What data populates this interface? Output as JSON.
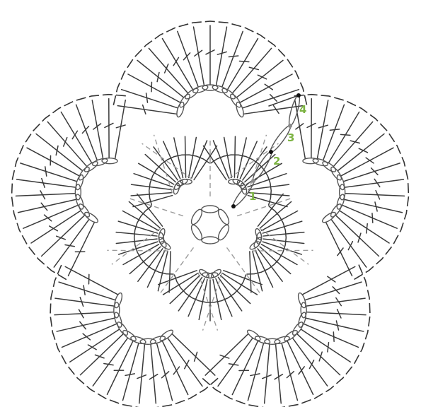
{
  "diagram": {
    "round_labels": [
      "1",
      "2",
      "3",
      "4"
    ],
    "label_color": "#7cb342",
    "line_color": "#3a3a3a",
    "marker_color": "#111111",
    "petal_count": 5
  }
}
